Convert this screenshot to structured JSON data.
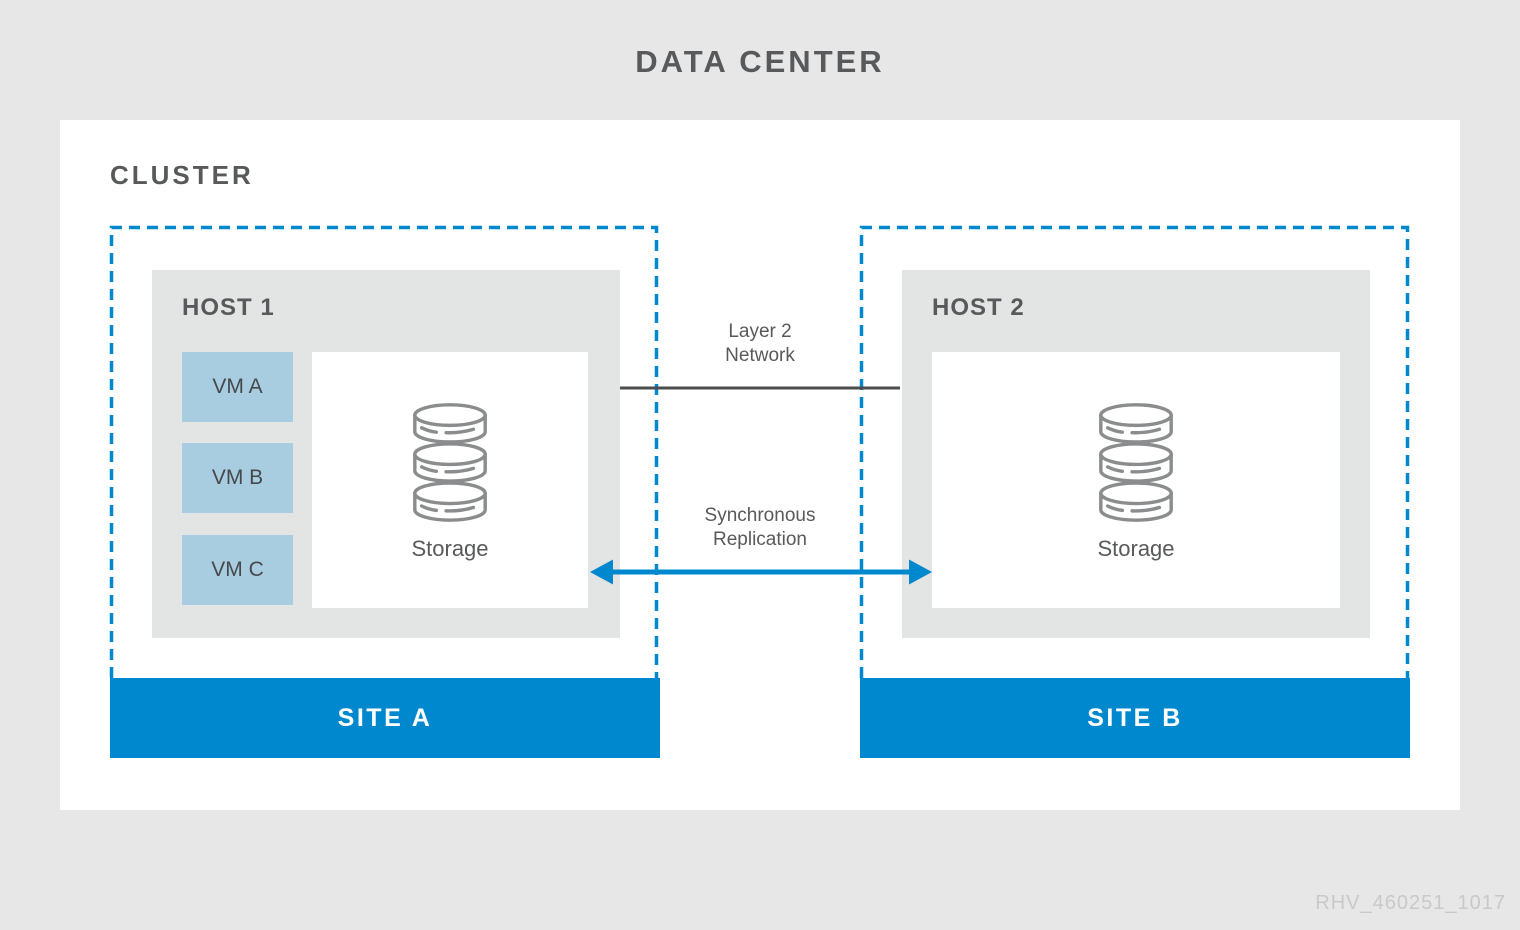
{
  "page": {
    "title": "DATA CENTER",
    "watermark": "RHV_460251_1017"
  },
  "cluster": {
    "label": "CLUSTER"
  },
  "sites": [
    {
      "bar_label": "SITE A",
      "host": {
        "name": "HOST 1",
        "vms": [
          "VM A",
          "VM B",
          "VM C"
        ],
        "storage_label": "Storage",
        "storage_icon": "database-icon"
      }
    },
    {
      "bar_label": "SITE B",
      "host": {
        "name": "HOST 2",
        "vms": [],
        "storage_label": "Storage",
        "storage_icon": "database-icon"
      }
    }
  ],
  "connections": {
    "layer2": {
      "line1": "Layer 2",
      "line2": "Network",
      "type": "line"
    },
    "replication": {
      "line1": "Synchronous",
      "line2": "Replication",
      "type": "double-arrow"
    }
  },
  "colors": {
    "accent_blue": "#0088ce",
    "vm_blue": "#a9cde0",
    "text_dark": "#58595b",
    "line_dark": "#4d4d4f",
    "icon_gray": "#8a8c8e",
    "background_gray": "#e7e7e7",
    "host_gray": "#e3e4e4",
    "watermark_gray": "#c9c9c9"
  }
}
